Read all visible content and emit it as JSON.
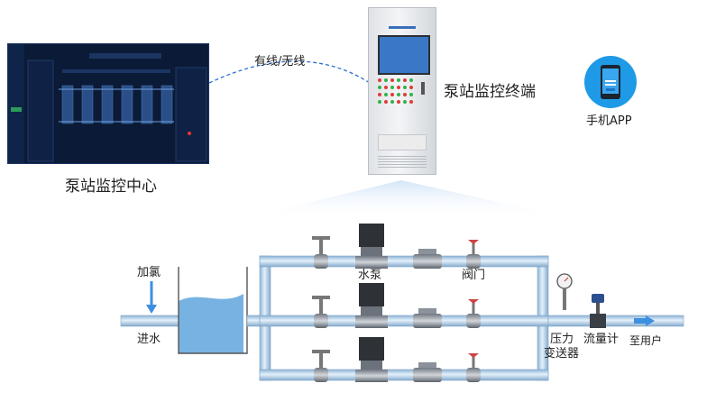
{
  "labels": {
    "pump_station_terminal": "泵站监控终端",
    "pump_station_center": "泵站监控中心",
    "wired_wireless": "有线/无线",
    "mobile_app": "手机APP",
    "water_pump": "水泵",
    "valve": "阀门",
    "dosing_chlorine": "加氯",
    "water_inlet": "进水",
    "pressure_transmitter_line1": "压力",
    "pressure_transmitter_line2": "变送器",
    "flow_meter": "流量计",
    "to_users": "至用户"
  },
  "colors": {
    "pipe": "#b9d7ef",
    "pipe_edge": "#7fa6c9",
    "water": "#78b2e2",
    "arrow": "#3d8fe0",
    "link": "#2b6fce",
    "panel_blue": "#1f9ae6"
  }
}
